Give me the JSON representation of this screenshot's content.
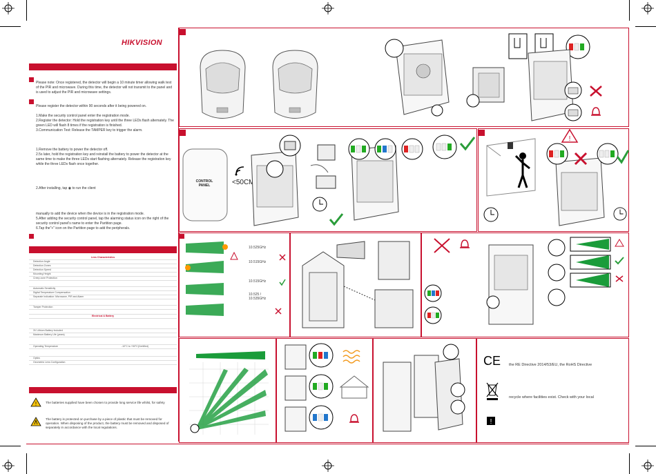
{
  "brand": {
    "logo_text": "HIKVISION",
    "accent": "#c8102e"
  },
  "left_column": {
    "note_paragraph": "Please note: Once registered, the detector will begin a 10 minute timer allowing walk test of the PIR and microwave. During this time, the detector will not transmit to the panel and is used to adjust the PIR and microwave settings.",
    "register_within": "Please register the detector within 90 seconds after it being powered on.",
    "steps_a": [
      "1.Make the security control panel enter the registration mode.",
      "2.Register the detector: Hold the registration key until the three LEDs flash alternately. The green LED will flash 8 times if the registration is finished.",
      "3.Communication Test: Release the TAMPER key to trigger the alarm."
    ],
    "steps_b": [
      "1.Remove the battery to power the detector off.",
      "2.5s later, hold the registration key and reinstall the battery to power the detector at the same time to make the three LEDs start flashing alternately. Release the registration key while the three LEDs flash once together."
    ],
    "after_install": "2.After installing, tap ◉ to run the client",
    "steps_c": [
      "manually to add the device when the device is in the registration mode.",
      "5.After adding the security control panel, tap the alarming status icon on the right of the security control panel's name to enter the Partition page.",
      "6.Tap the\"+\" icon on the Partition page to add the peripherals."
    ]
  },
  "spec_table": {
    "section1": "Lens Characteristics",
    "rows1": [
      "Detection Angle",
      "Detection Zones",
      "Detection Speed",
      "Mounting Height",
      "Creep zone Protection"
    ],
    "rows2": [
      "Automatic Sensitivity",
      "Digital Temperature Compensation",
      "Separate Indication: Microwave, PIR and Alarm",
      "Tamper Protection"
    ],
    "section2": "Electrical & Battery",
    "rows3": [
      "3V Lithium Battery Included",
      "Maximum Battery Life (years)"
    ],
    "rows4": [
      "Operating Temperature",
      "Optics",
      "Geometric Lens Configuration"
    ],
    "operating_temp_value": "-10°C to +50°C(Certified)"
  },
  "warnings": {
    "batteries": "The batteries supplied have been chosen to provide long service life whilst, for safety",
    "protected": "The battery is protected on purchase by a piece of plastic that must be removed for operation. When disposing of the product, the battery must be removed and disposed of separately in accordance with the local regulations."
  },
  "panel_b": {
    "control_panel_label": "CONTROL PANEL",
    "distance_label": "<50CM"
  },
  "panel_freq": {
    "labels": [
      "10.525GHz",
      "10.515GHz",
      "10.515GHz",
      "10.525 / 10.535GHz"
    ]
  },
  "compliance": {
    "ce_text": "the RE Directive 2014/53/EU, the RoHS Directive",
    "weee_text": "recycle where facilities exist. Check with your local"
  },
  "icons": [
    "crosshair-mark-icon",
    "check-icon",
    "cross-icon",
    "bell-icon",
    "clock-icon",
    "warning-triangle-icon",
    "esd-icon",
    "ce-mark-icon",
    "weee-bin-icon"
  ]
}
